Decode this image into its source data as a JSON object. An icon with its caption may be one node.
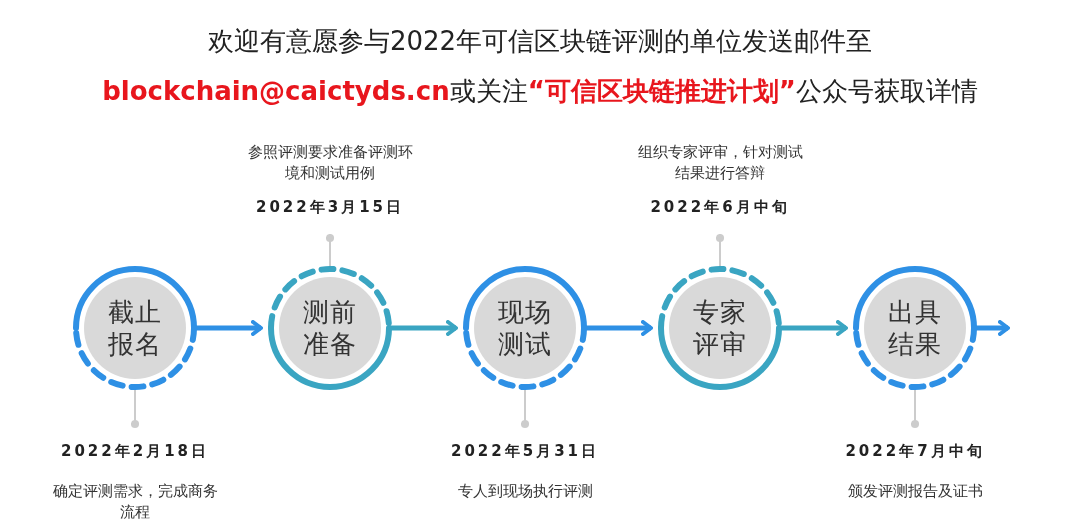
{
  "diagram": {
    "title": "欢迎有意愿参与2022年可信区块链评测的单位发送邮件至**blockchain@caictyds.cn**或关注**“可信区块链推进计划”**公众号获取详情",
    "nodes": [
      {
        "text": [
          "截止报名"
        ]
      },
      {
        "text": [
          "2022年2月18日",
          "确定评测需求，完成商务流程"
        ]
      },
      {
        "text": [
          "参照评测要求准备评测环境和测试用例",
          "2022年3月15日"
        ]
      },
      {
        "text": [
          "测前准备"
        ]
      },
      {
        "text": [
          "现场测试"
        ]
      },
      {
        "text": [
          "2022年5月31日",
          "专人到现场执行评测"
        ]
      },
      {
        "text": [
          "组织专家评审，针对测试结果进行答辩",
          "2022年6月中旬"
        ]
      },
      {
        "text": [
          "专家评审"
        ]
      },
      {
        "text": [
          "出具结果"
        ]
      },
      {
        "text": [
          "2022年7月中旬",
          "颁发评测报告及证书"
        ]
      }
    ],
    "edges": [
      {
        "from": 0,
        "to": 3,
        "arrow": "to",
        "style": "thick",
        "color": "#2e90e5"
      },
      {
        "from": 3,
        "to": 4,
        "arrow": "to",
        "style": "thick",
        "color": "#3aa5c2"
      },
      {
        "from": 4,
        "to": 7,
        "arrow": "to",
        "style": "thick",
        "color": "#2e90e5"
      },
      {
        "from": 7,
        "to": 8,
        "arrow": "to",
        "style": "thick",
        "color": "#3aa5c2"
      },
      {
        "from": 8,
        "to": null,
        "arrow": "to",
        "style": "thick",
        "color": "#2e90e5"
      },
      {
        "from": 1,
        "to": 0,
        "arrow": "other"
      },
      {
        "from": 2,
        "to": 3,
        "arrow": "other"
      },
      {
        "from": 5,
        "to": 4,
        "arrow": "other"
      },
      {
        "from": 6,
        "to": 7,
        "arrow": "other"
      },
      {
        "from": 9,
        "to": 8,
        "arrow": "other"
      }
    ]
  }
}
